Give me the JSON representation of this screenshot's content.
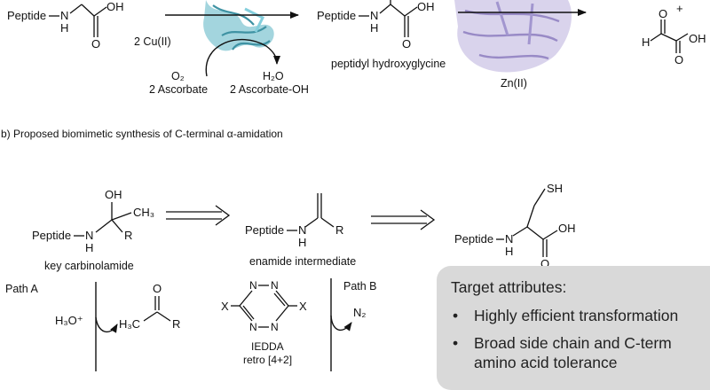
{
  "part_a": {
    "reactant": {
      "peptide": "Peptide",
      "nh": "N",
      "h": "H",
      "oh": "OH",
      "o": "O"
    },
    "enzyme1": {
      "cofactor": "2 Cu(II)",
      "o2": "O₂",
      "ascorbate": "2 Ascorbate",
      "h2o": "H₂O",
      "ascorbate_oh": "2 Ascorbate-OH"
    },
    "intermediate": {
      "peptide": "Peptide",
      "nh": "N",
      "h": "H",
      "oh": "OH",
      "o": "O",
      "label": "peptidyl hydroxyglycine"
    },
    "enzyme2": {
      "cofactor": "Zn(II)"
    },
    "product": {
      "plus": "+",
      "h": "H",
      "o_top": "O",
      "o_bottom": "O",
      "oh": "OH"
    }
  },
  "part_b": {
    "caption": "b) Proposed biomimetic synthesis of C-terminal α-amidation",
    "carbinolamide": {
      "oh": "OH",
      "ch3": "CH₃",
      "peptide": "Peptide",
      "n": "N",
      "h": "H",
      "r": "R",
      "label": "key carbinolamide"
    },
    "enamide": {
      "peptide": "Peptide",
      "n": "N",
      "h": "H",
      "r": "R",
      "label": "enamide intermediate"
    },
    "cysteine": {
      "sh": "SH",
      "peptide": "Peptide",
      "n": "N",
      "h": "H",
      "oh": "OH",
      "o": "O"
    },
    "path_a": {
      "label": "Path A",
      "h3o": "H₃O⁺",
      "ketone_o": "O",
      "h3c": "H₃C",
      "r": "R"
    },
    "path_b": {
      "label": "Path B",
      "n2": "N₂",
      "tetrazine": {
        "n": "N",
        "x": "X"
      },
      "iedda": "IEDDA",
      "retro": "retro [4+2]"
    }
  },
  "target": {
    "title": "Target attributes:",
    "items": [
      {
        "bullet": "•",
        "line1": "Highly efficient transformation",
        "line2": ""
      },
      {
        "bullet": "•",
        "line1": "Broad side chain and C-term",
        "line2": "amino acid tolerance"
      }
    ]
  },
  "colors": {
    "enzyme1": "#3aa5b8",
    "enzyme2": "#a99ad4",
    "box": "#d9d9d9"
  }
}
